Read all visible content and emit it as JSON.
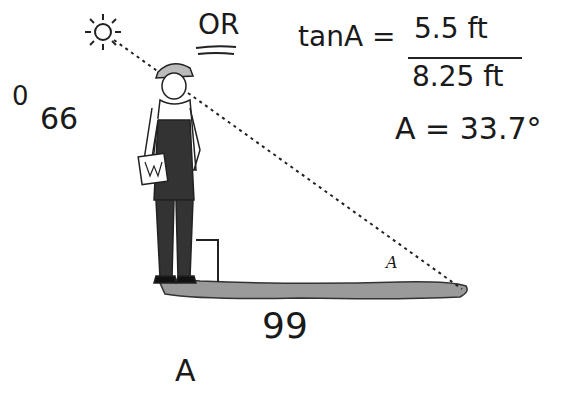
{
  "diagram": {
    "labels": [
      "OR",
      "tanA =",
      "5.5 ft",
      "8.25 ft",
      "A = 33.7°",
      "0",
      "66",
      "A",
      "99",
      "A"
    ]
  }
}
